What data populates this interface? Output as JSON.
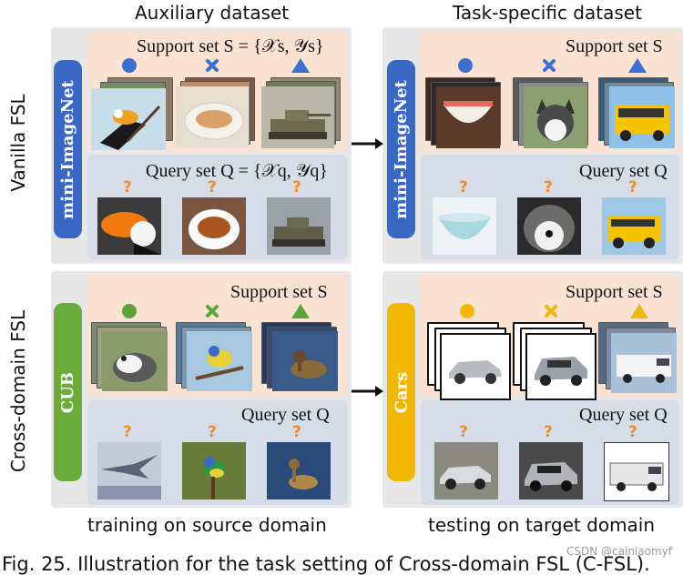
{
  "columns": {
    "left_title": "Auxiliary dataset",
    "right_title": "Task-specific dataset"
  },
  "rows": {
    "top_title": "Vanilla FSL",
    "bottom_title": "Cross-domain FSL"
  },
  "datasets": {
    "top_left": "mini-ImageNet",
    "top_right": "mini-ImageNet",
    "bottom_left": "CUB",
    "bottom_right": "Cars"
  },
  "labels": {
    "support_full": "Support set S = {𝒳s, 𝒴s}",
    "query_full": "Query set Q = {𝒳q, 𝒴q}",
    "support_short": "Support set S",
    "query_short": "Query set Q",
    "question_mark": "?"
  },
  "bottom": {
    "left": "training on source domain",
    "right": "testing on target domain"
  },
  "caption": "Fig. 25. Illustration for the task setting of Cross-domain FSL (C-FSL).",
  "watermark": "CSDN @cainiaomyf",
  "colors": {
    "blue_pill": "#3b67c4",
    "green_pill": "#6aab3c",
    "yellow_pill": "#f2b705",
    "support_bg": "#fbe3d4",
    "query_bg": "#d7dde8",
    "panel_bg": "#e7e7e7",
    "qmark": "#f28c28",
    "blue_shape": "#3b6fd0",
    "green_shape": "#5aa53a",
    "yellow_shape": "#f2b705"
  },
  "shapes": [
    "circle-icon",
    "cross-icon",
    "triangle-icon"
  ],
  "arrows": [
    "right-arrow-icon",
    "right-arrow-icon"
  ]
}
